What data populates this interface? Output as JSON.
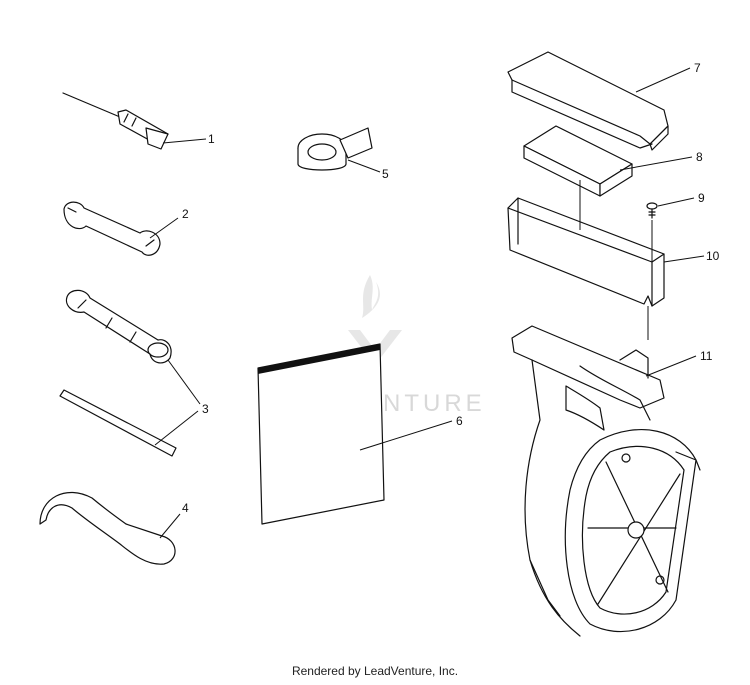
{
  "watermark": {
    "text": "LEADVENTURE"
  },
  "callouts": {
    "c1": "1",
    "c2": "2",
    "c3": "3",
    "c4": "4",
    "c5": "5",
    "c6": "6",
    "c7": "7",
    "c8": "8",
    "c9": "9",
    "c10": "10",
    "c11": "11"
  },
  "footer": {
    "text": "Rendered by LeadVenture, Inc."
  }
}
